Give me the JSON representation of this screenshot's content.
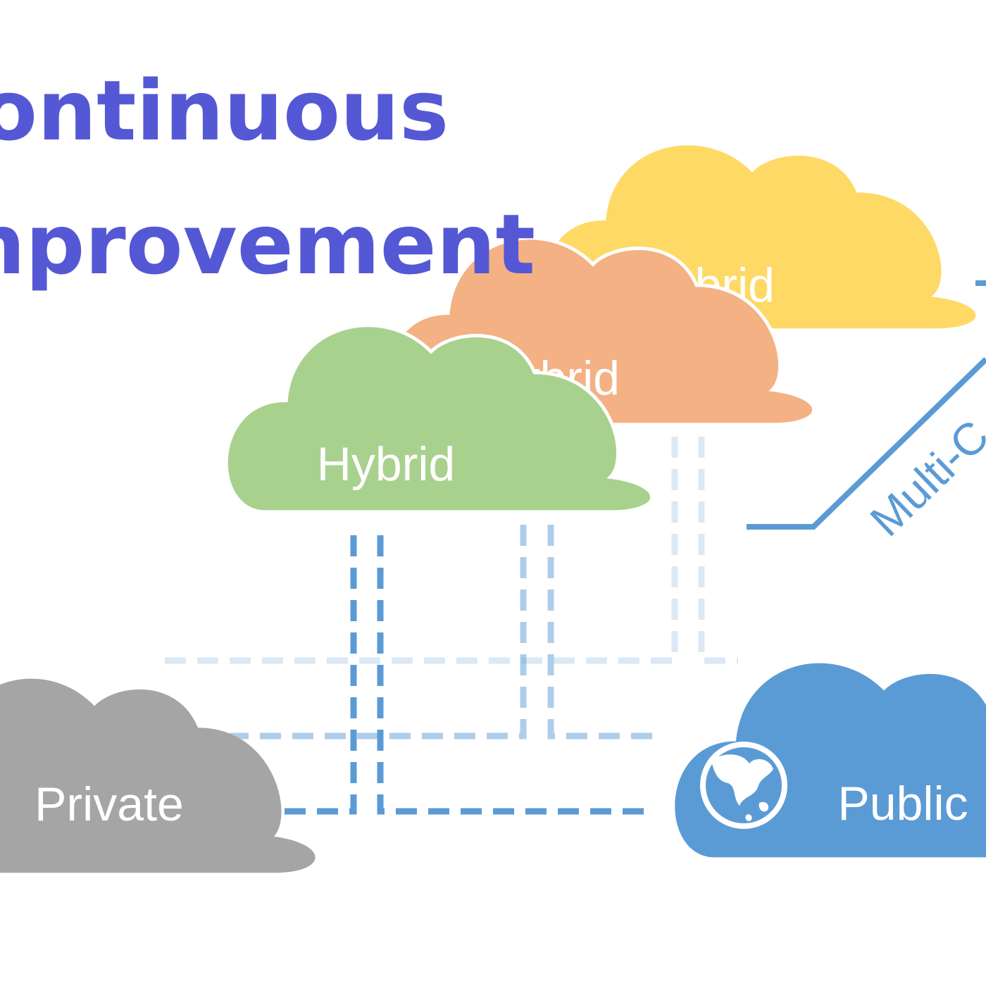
{
  "title": {
    "line1": "ontinuous",
    "line2": "nprovement"
  },
  "clouds": {
    "hybrid_back_label": "Hybrid",
    "hybrid_middle_label": "Hybrid",
    "hybrid_front_label": "Hybrid",
    "private_label": "Private",
    "public_label": "Public"
  },
  "connector": {
    "label": "Multi-C"
  },
  "colors": {
    "title": "#5558d4",
    "hybrid_back": "#ffd966",
    "hybrid_middle": "#f4b183",
    "hybrid_front": "#a9d18e",
    "private": "#a5a5a5",
    "public": "#5b9bd5",
    "line": "#5b9bd5",
    "cloud_text": "#ffffff"
  },
  "icons": {
    "public_cloud_icon": "globe-icon"
  }
}
